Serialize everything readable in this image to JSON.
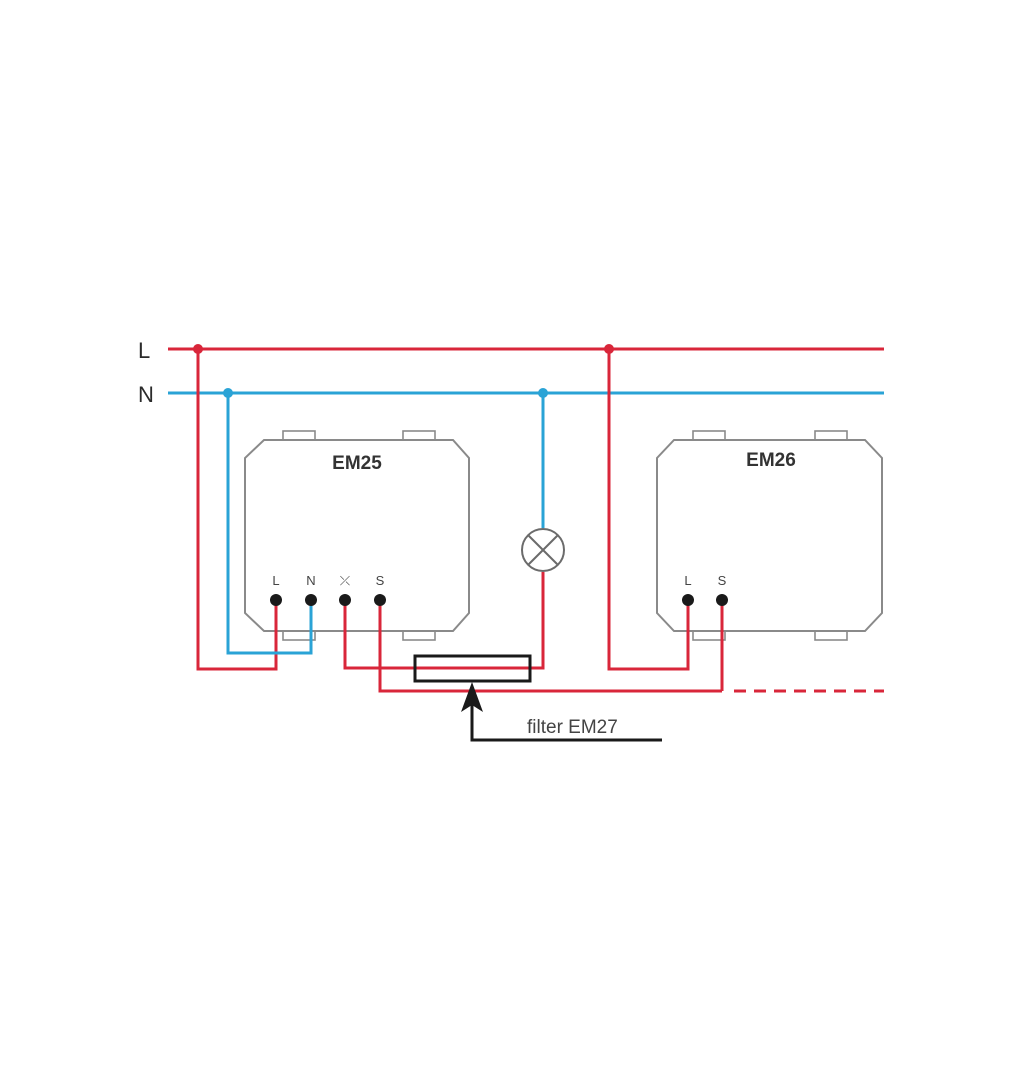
{
  "lines": {
    "live_label": "L",
    "neutral_label": "N",
    "live_color": "#d9263a",
    "neutral_color": "#2aa3d6"
  },
  "modules": [
    {
      "name": "EM25",
      "terminals": [
        "L",
        "N",
        "⤫",
        "S"
      ]
    },
    {
      "name": "EM26",
      "terminals": [
        "L",
        "S"
      ]
    }
  ],
  "lamp": {
    "icon": "lamp-icon"
  },
  "filter": {
    "label": "filter EM27"
  }
}
